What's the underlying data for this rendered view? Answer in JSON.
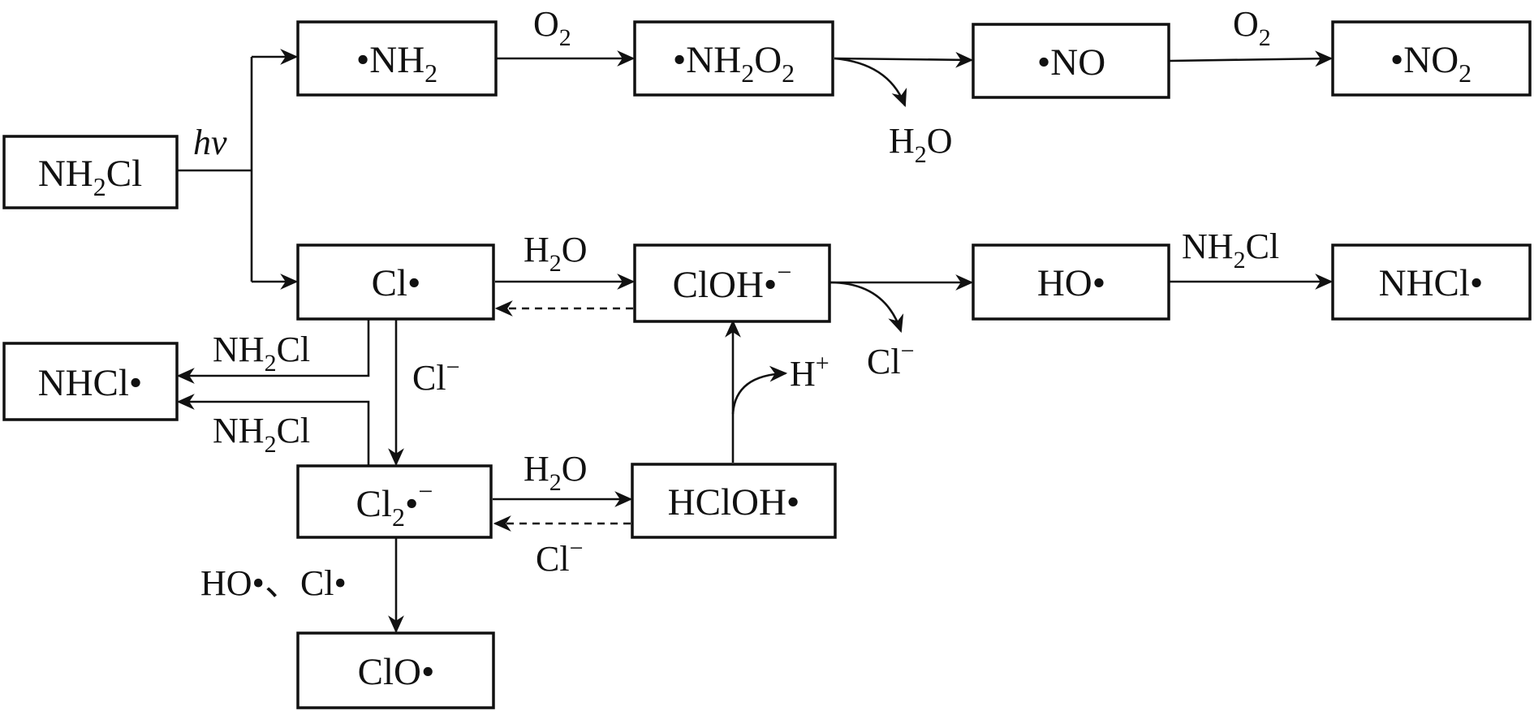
{
  "boxes": {
    "nh2cl": {
      "main": "NH",
      "sub": "2",
      "tail": "Cl"
    },
    "nh2_rad": {
      "main": "•NH",
      "sub": "2"
    },
    "nh2o2_rad": {
      "main": "•NH",
      "sub": "2",
      "mid": "O",
      "sub2": "2"
    },
    "no_rad": {
      "main": "•NO"
    },
    "no2_rad": {
      "main": "•NO",
      "sub": "2"
    },
    "cl_rad": {
      "main": "Cl•"
    },
    "cloh_rad": {
      "main": "ClOH•",
      "sup": "−"
    },
    "ho_rad": {
      "main": "HO•"
    },
    "nhcl_rad_right": {
      "main": "NHCl•"
    },
    "nhcl_rad_left": {
      "main": "NHCl•"
    },
    "cl2_rad": {
      "main": "Cl",
      "sub": "2",
      "tail": "•",
      "sup": "−"
    },
    "hcloh_rad": {
      "main": "HClOH•"
    },
    "clo_rad": {
      "main": "ClO•"
    }
  },
  "labels": {
    "hv": "hv",
    "o2_a": {
      "main": "O",
      "sub": "2"
    },
    "h2o_loss": {
      "main": "H",
      "sub": "2",
      "tail": "O"
    },
    "o2_b": {
      "main": "O",
      "sub": "2"
    },
    "h2o_a": {
      "main": "H",
      "sub": "2",
      "tail": "O"
    },
    "cl_minus_loss": {
      "main": "Cl",
      "sup": "−"
    },
    "nh2cl_right": {
      "main": "NH",
      "sub": "2",
      "tail": "Cl"
    },
    "nh2cl_left_top": {
      "main": "NH",
      "sub": "2",
      "tail": "Cl"
    },
    "nh2cl_left_bottom": {
      "main": "NH",
      "sub": "2",
      "tail": "Cl"
    },
    "cl_minus_down": {
      "main": "Cl",
      "sup": "−"
    },
    "h_plus": {
      "main": "H",
      "sup": "+"
    },
    "h2o_b": {
      "main": "H",
      "sub": "2",
      "tail": "O"
    },
    "cl_minus_back": {
      "main": "Cl",
      "sup": "−"
    },
    "ho_cl_reagents": "HO•、Cl•"
  }
}
